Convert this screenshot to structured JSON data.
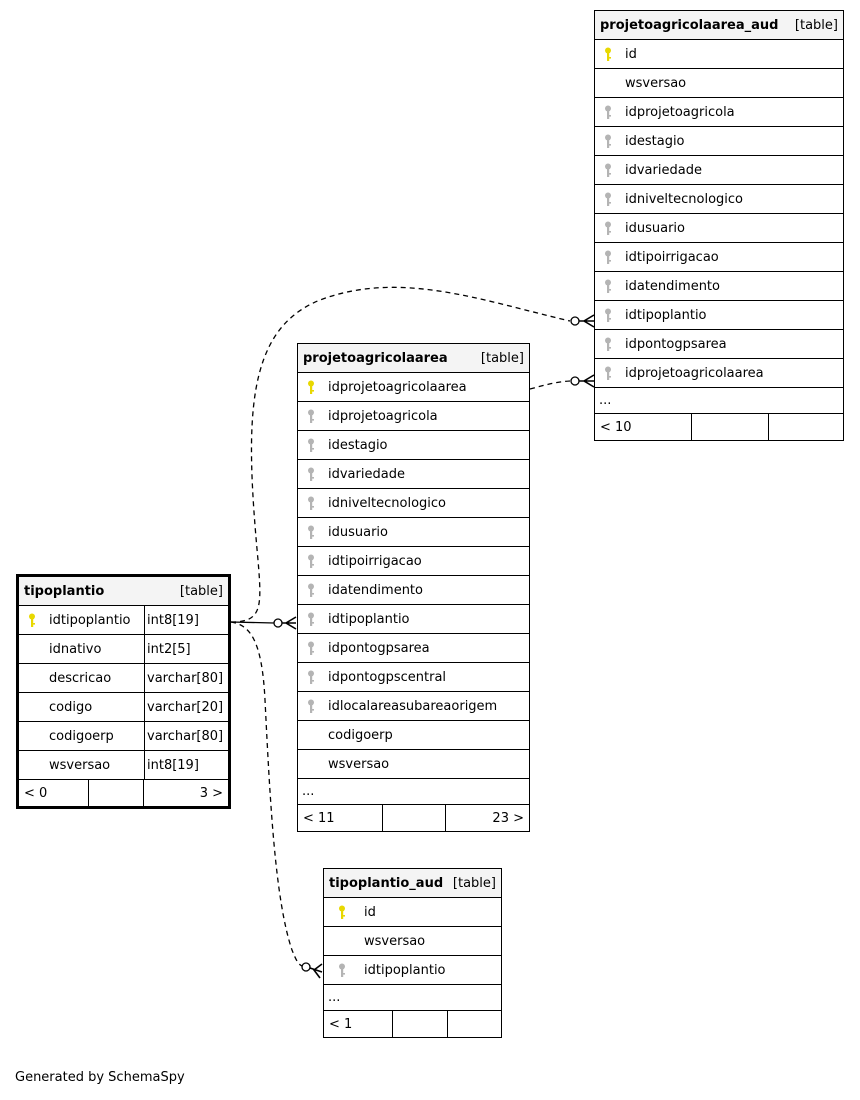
{
  "tables": {
    "projetoagricolaarea_aud": {
      "name": "projetoagricolaarea_aud",
      "type": "[table]",
      "columns": [
        {
          "name": "id",
          "key": "primary"
        },
        {
          "name": "wsversao",
          "key": "none"
        },
        {
          "name": "idprojetoagricola",
          "key": "foreign"
        },
        {
          "name": "idestagio",
          "key": "foreign"
        },
        {
          "name": "idvariedade",
          "key": "foreign"
        },
        {
          "name": "idniveltecnologico",
          "key": "foreign"
        },
        {
          "name": "idusuario",
          "key": "foreign"
        },
        {
          "name": "idtipoirrigacao",
          "key": "foreign"
        },
        {
          "name": "idatendimento",
          "key": "foreign"
        },
        {
          "name": "idtipoplantio",
          "key": "foreign"
        },
        {
          "name": "idpontogpsarea",
          "key": "foreign"
        },
        {
          "name": "idprojetoagricolaarea",
          "key": "foreign"
        }
      ],
      "ellipsis": "...",
      "footer": {
        "parents": "< 10",
        "rows": "",
        "children": ""
      }
    },
    "projetoagricolaarea": {
      "name": "projetoagricolaarea",
      "type": "[table]",
      "columns": [
        {
          "name": "idprojetoagricolaarea",
          "key": "primary"
        },
        {
          "name": "idprojetoagricola",
          "key": "foreign"
        },
        {
          "name": "idestagio",
          "key": "foreign"
        },
        {
          "name": "idvariedade",
          "key": "foreign"
        },
        {
          "name": "idniveltecnologico",
          "key": "foreign"
        },
        {
          "name": "idusuario",
          "key": "foreign"
        },
        {
          "name": "idtipoirrigacao",
          "key": "foreign"
        },
        {
          "name": "idatendimento",
          "key": "foreign"
        },
        {
          "name": "idtipoplantio",
          "key": "foreign"
        },
        {
          "name": "idpontogpsarea",
          "key": "foreign"
        },
        {
          "name": "idpontogpscentral",
          "key": "foreign"
        },
        {
          "name": "idlocalareasubareaorigem",
          "key": "foreign"
        },
        {
          "name": "codigoerp",
          "key": "none"
        },
        {
          "name": "wsversao",
          "key": "none"
        }
      ],
      "ellipsis": "...",
      "footer": {
        "parents": "< 11",
        "rows": "",
        "children": "23 >"
      }
    },
    "tipoplantio": {
      "name": "tipoplantio",
      "type": "[table]",
      "columns": [
        {
          "name": "idtipoplantio",
          "key": "primary",
          "type": "int8[19]"
        },
        {
          "name": "idnativo",
          "key": "none",
          "type": "int2[5]"
        },
        {
          "name": "descricao",
          "key": "none",
          "type": "varchar[80]"
        },
        {
          "name": "codigo",
          "key": "none",
          "type": "varchar[20]"
        },
        {
          "name": "codigoerp",
          "key": "none",
          "type": "varchar[80]"
        },
        {
          "name": "wsversao",
          "key": "none",
          "type": "int8[19]"
        }
      ],
      "footer": {
        "parents": "< 0",
        "rows": "",
        "children": "3 >"
      }
    },
    "tipoplantio_aud": {
      "name": "tipoplantio_aud",
      "type": "[table]",
      "columns": [
        {
          "name": "id",
          "key": "primary"
        },
        {
          "name": "wsversao",
          "key": "none"
        },
        {
          "name": "idtipoplantio",
          "key": "foreign"
        }
      ],
      "ellipsis": "...",
      "footer": {
        "parents": "< 1",
        "rows": "",
        "children": ""
      }
    }
  },
  "credit": "Generated by SchemaSpy",
  "colors": {
    "primary_key": "#e8d800",
    "foreign_key": "#b4b4b4",
    "line": "#000000",
    "header_bg": "#f4f4f4"
  },
  "icons": {
    "primary": "primary-key-icon",
    "foreign": "foreign-key-icon"
  }
}
